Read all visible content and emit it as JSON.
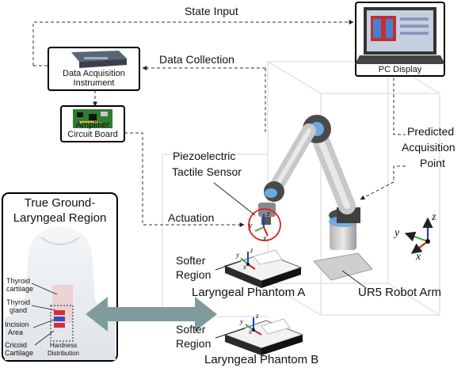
{
  "labels": {
    "state_input": "State Input",
    "data_collection": "Data Collection",
    "daq_line1": "Data Acquisition",
    "daq_line2": "Instrument",
    "pc_display": "PC Display",
    "amp_line1": "Amplifier",
    "amp_line2": "Circuit Board",
    "predicted_line1": "Predicted",
    "predicted_line2": "Acquisition",
    "predicted_line3": "Point",
    "piezo_line1": "Piezoelectric",
    "piezo_line2": "Tactile Sensor",
    "actuation": "Actuation",
    "truth_line1": "True Ground-",
    "truth_line2": "Laryngeal Region",
    "softer_a_line1": "Softer",
    "softer_a_line2": "Region",
    "phantom_a": "Laryngeal Phantom A",
    "ur5": "UR5 Robot Arm",
    "softer_b_line1": "Softer",
    "softer_b_line2": "Region",
    "phantom_b": "Laryngeal Phantom B",
    "thyroid_cart_1": "Thyroid",
    "thyroid_cart_2": "cartilage",
    "thyroid_gland_1": "Thyroid",
    "thyroid_gland_2": "gland",
    "incision_1": "Incision",
    "incision_2": "Area",
    "cricoid_1": "Cricoid",
    "cricoid_2": "Cartilage",
    "hardness_1": "Hardness",
    "hardness_2": "Distribution"
  },
  "axes": {
    "z": "z",
    "y": "y",
    "x": "x"
  },
  "colors": {
    "axis_x": "#d62020",
    "axis_y": "#3cb043",
    "axis_z": "#1f3fbf",
    "arrow_gray": "#7f9c9c",
    "sensor_circle": "#e02020",
    "robot_blue": "#6fa8dc"
  }
}
